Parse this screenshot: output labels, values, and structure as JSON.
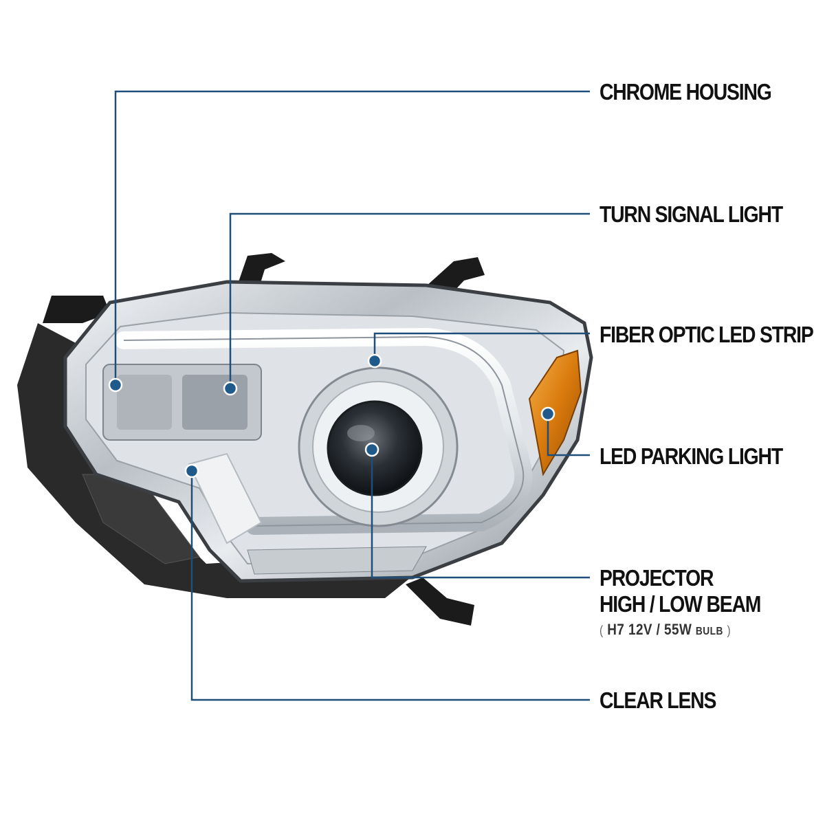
{
  "callouts": {
    "chrome_housing": "CHROME HOUSING",
    "turn_signal": "TURN SIGNAL LIGHT",
    "fiber_optic": "FIBER OPTIC LED STRIP",
    "parking_light": "LED PARKING LIGHT",
    "projector_line1": "PROJECTOR",
    "projector_line2": "HIGH / LOW BEAM",
    "bulb_open": "(",
    "bulb_spec": "H7  12V / 55W",
    "bulb_word": "BULB",
    "bulb_close": ")",
    "clear_lens": "CLEAR LENS"
  },
  "colors": {
    "leader_line": "#1f4e79",
    "dot": "#1f5a8a",
    "amber": "#e08a12",
    "chrome": "#c9ced3",
    "housing_dark": "#2a2a2a"
  }
}
